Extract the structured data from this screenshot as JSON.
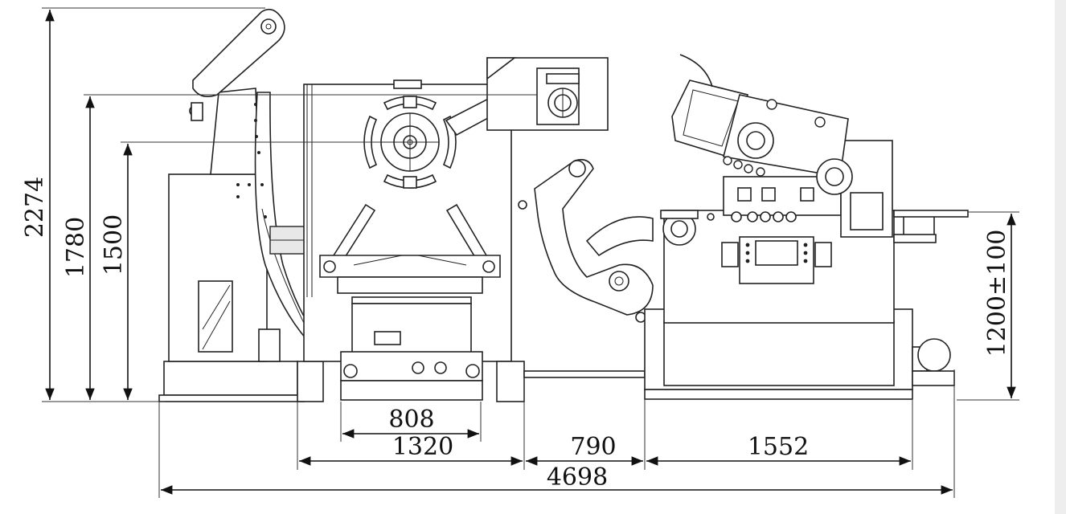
{
  "dimensions": {
    "overall_height": "2274",
    "height_1780": "1780",
    "height_1500": "1500",
    "feed_height": "1200±100",
    "width_808": "808",
    "width_1320": "1320",
    "width_790": "790",
    "width_1552": "1552",
    "overall_length": "4698"
  },
  "icons": [
    "decoiler-arm-icon",
    "coil-drum-icon",
    "straightener-roller-icon",
    "control-panel-icon",
    "servo-motor-icon"
  ]
}
